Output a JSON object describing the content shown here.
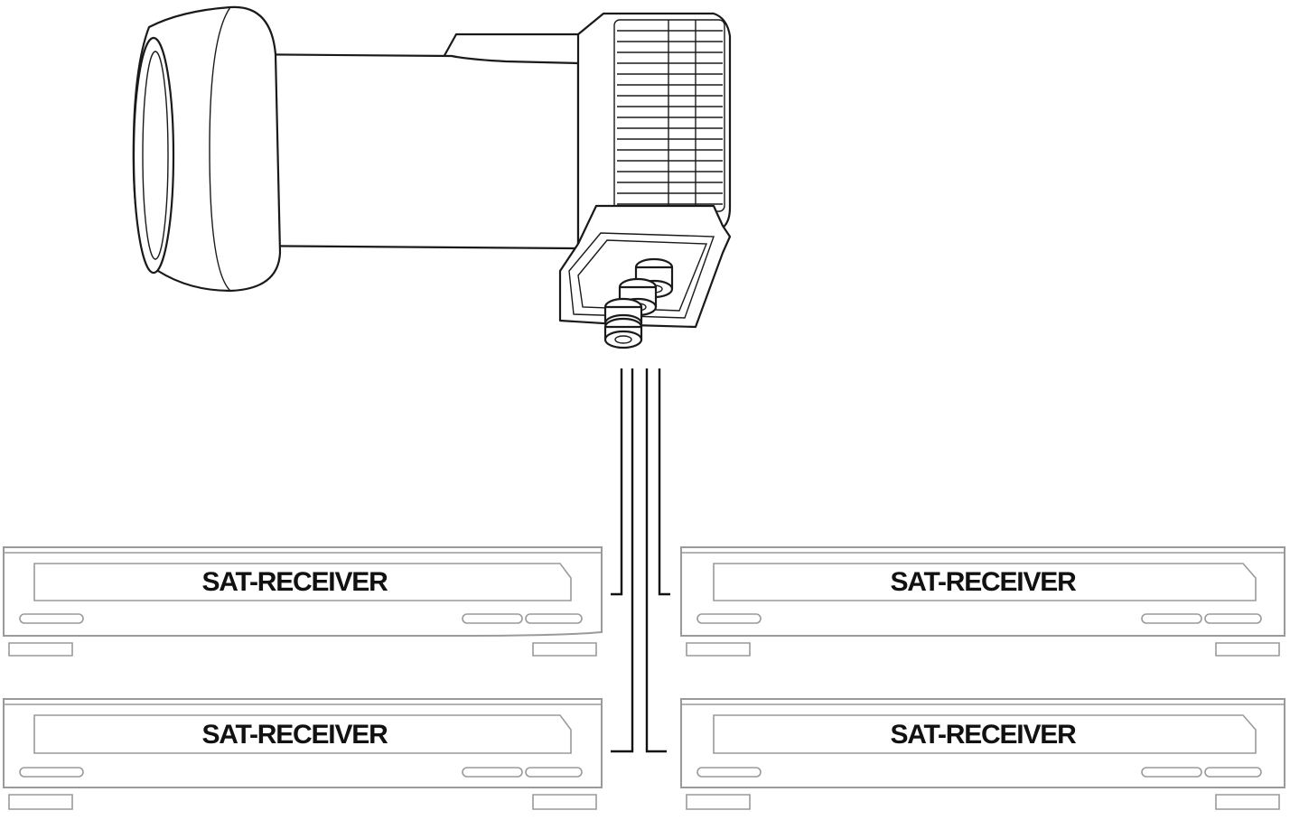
{
  "diagram": {
    "device": "lnb-quad",
    "receivers": [
      {
        "id": "receiver-top-left",
        "label": "SAT-RECEIVER"
      },
      {
        "id": "receiver-top-right",
        "label": "SAT-RECEIVER"
      },
      {
        "id": "receiver-bottom-left",
        "label": "SAT-RECEIVER"
      },
      {
        "id": "receiver-bottom-right",
        "label": "SAT-RECEIVER"
      }
    ],
    "colors": {
      "lnb_stroke": "#1a1a1a",
      "receiver_stroke": "#9a9a9a",
      "cable": "#111111",
      "background": "#ffffff"
    }
  }
}
